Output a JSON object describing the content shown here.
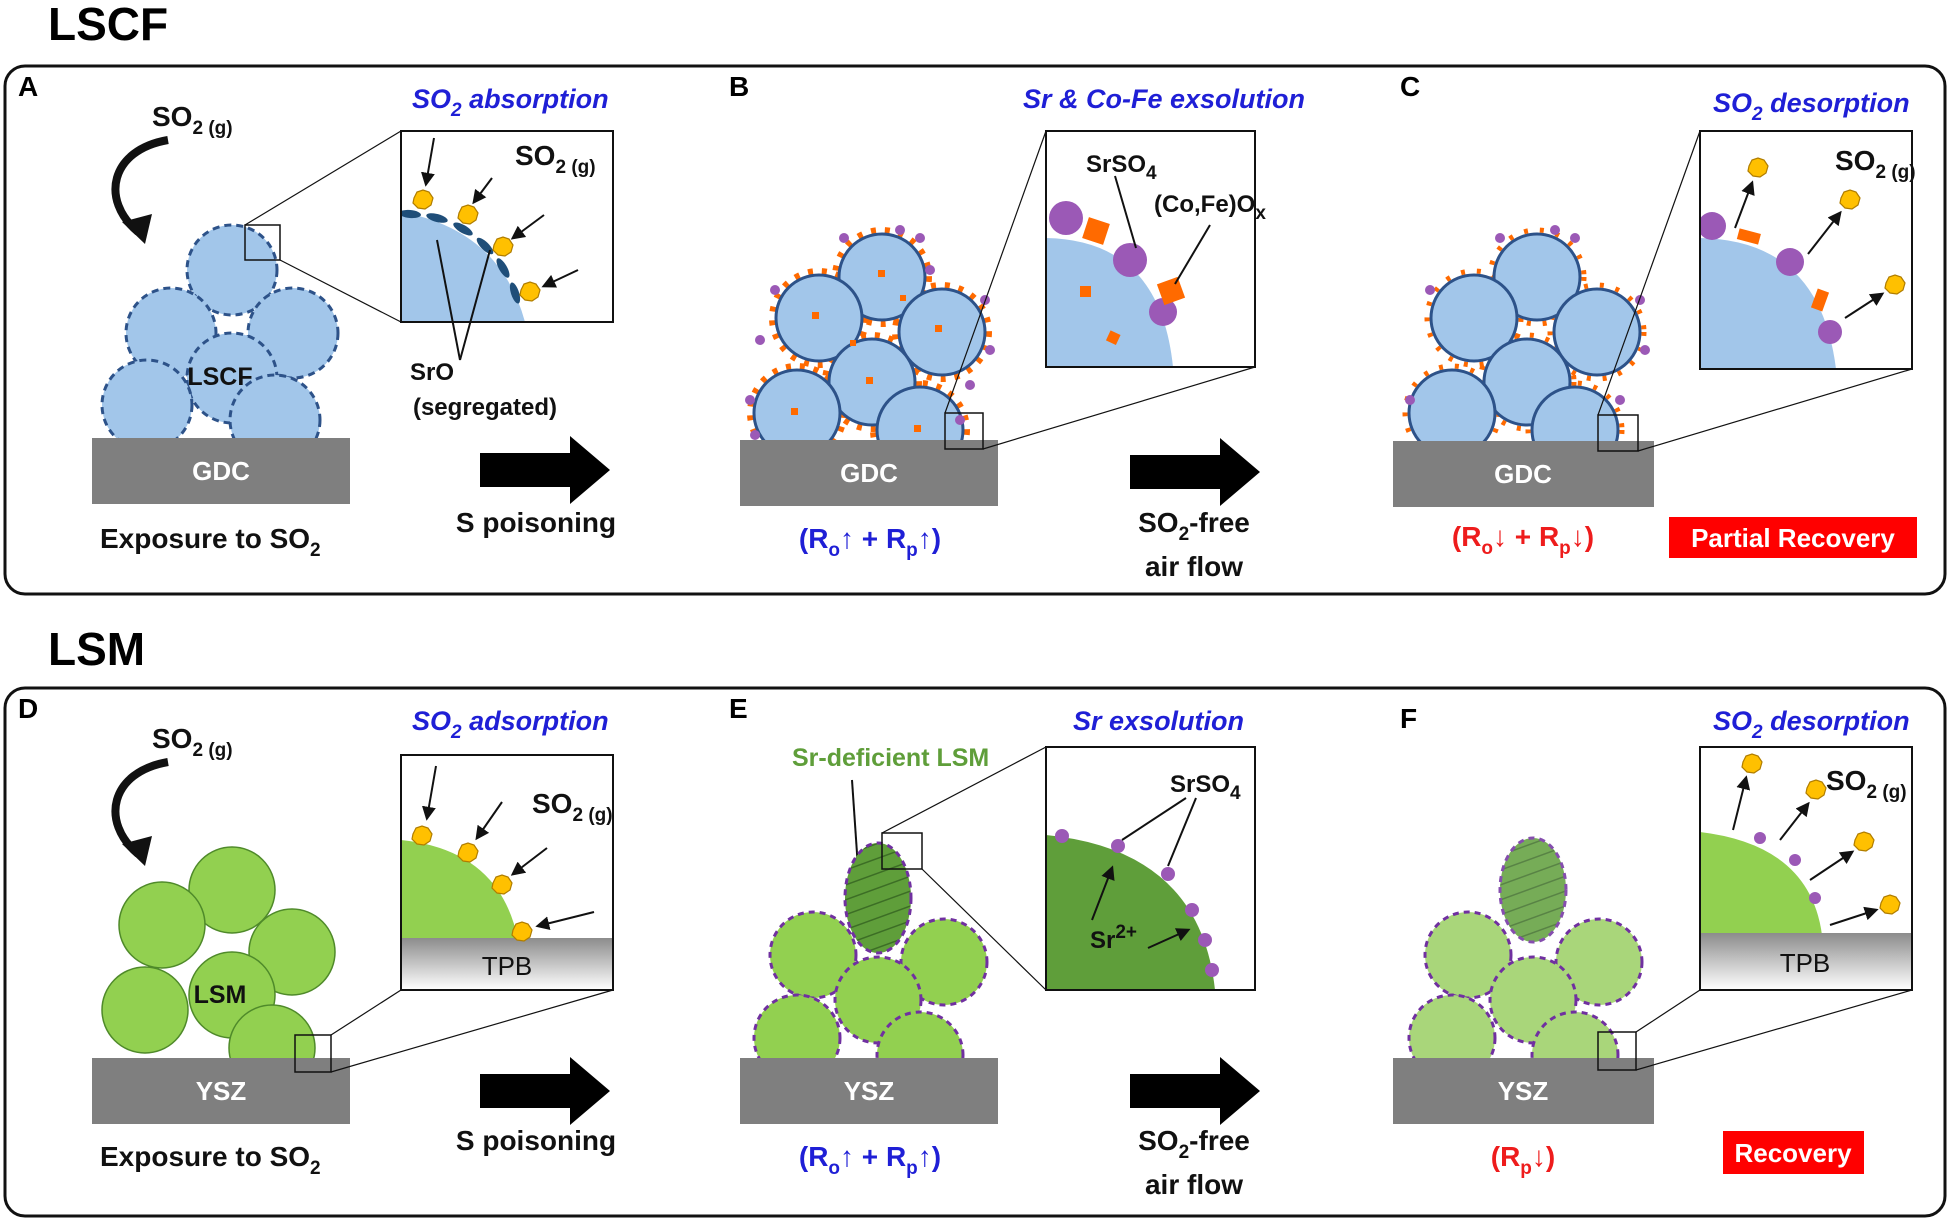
{
  "sections": {
    "lscf": {
      "title": "LSCF"
    },
    "lsm": {
      "title": "LSM"
    }
  },
  "panels": {
    "A": {
      "letter": "A",
      "title_main": "SO",
      "title_sub": "2",
      "title_rest": " absorption",
      "gas": "SO",
      "gas_sub": "2 (g)",
      "inset_gas": "SO",
      "inset_gas_sub": "2 (g)",
      "particle_label": "LSCF",
      "substrate": "GDC",
      "note_line1": "SrO",
      "note_line2": "(segregated)",
      "caption_main": "Exposure to SO",
      "caption_sub": "2"
    },
    "B": {
      "letter": "B",
      "title": "Sr & Co-Fe exsolution",
      "inset_label1_main": "SrSO",
      "inset_label1_sub": "4",
      "inset_label2_main": "(Co,Fe)O",
      "inset_label2_sub": "x",
      "substrate": "GDC",
      "caption": "(R",
      "caption_o": "o",
      "caption_mid": "↑ + R",
      "caption_p": "p",
      "caption_end": "↑)"
    },
    "C": {
      "letter": "C",
      "title_main": "SO",
      "title_sub": "2",
      "title_rest": " desorption",
      "inset_gas": "SO",
      "inset_gas_sub": "2 (g)",
      "substrate": "GDC",
      "caption": "(R",
      "caption_o": "o",
      "caption_mid": "↓ + R",
      "caption_p": "p",
      "caption_end": "↓)",
      "badge": "Partial Recovery"
    },
    "D": {
      "letter": "D",
      "title_main": "SO",
      "title_sub": "2",
      "title_rest": " adsorption",
      "gas": "SO",
      "gas_sub": "2 (g)",
      "inset_gas": "SO",
      "inset_gas_sub": "2 (g)",
      "inset_base": "TPB",
      "particle_label": "LSM",
      "substrate": "YSZ",
      "caption_main": "Exposure to SO",
      "caption_sub": "2"
    },
    "E": {
      "letter": "E",
      "title": "Sr exsolution",
      "note": "Sr-deficient LSM",
      "inset_label1_main": "SrSO",
      "inset_label1_sub": "4",
      "inset_label2_main": "Sr",
      "inset_label2_sup": "2+",
      "substrate": "YSZ",
      "caption": "(R",
      "caption_o": "o",
      "caption_mid": "↑ + R",
      "caption_p": "p",
      "caption_end": "↑)"
    },
    "F": {
      "letter": "F",
      "title_main": "SO",
      "title_sub": "2",
      "title_rest": " desorption",
      "inset_gas": "SO",
      "inset_gas_sub": "2 (g)",
      "inset_base": "TPB",
      "substrate": "YSZ",
      "caption": "(R",
      "caption_p": "p",
      "caption_end": "↓)",
      "badge": "Recovery"
    }
  },
  "arrows": {
    "poison": "S poisoning",
    "free_main": "SO",
    "free_sub": "2",
    "free_rest": "-free",
    "free_line2": "air flow"
  },
  "colors": {
    "lscf_particle": "#a2c6ea",
    "lscf_outline": "#2d5289",
    "lsm_particle": "#92d050",
    "lsm_exposed": "#a9d67a",
    "lsm_dark": "#5f9e3a",
    "substrate": "#7f7f7f",
    "srso4": "#9b59b6",
    "cofe": "#ff6a00",
    "so2_molecule": "#ffc000",
    "title_blue": "#1f1fd6",
    "label_red": "#ee1c1c",
    "badge_red": "#ff0000"
  }
}
